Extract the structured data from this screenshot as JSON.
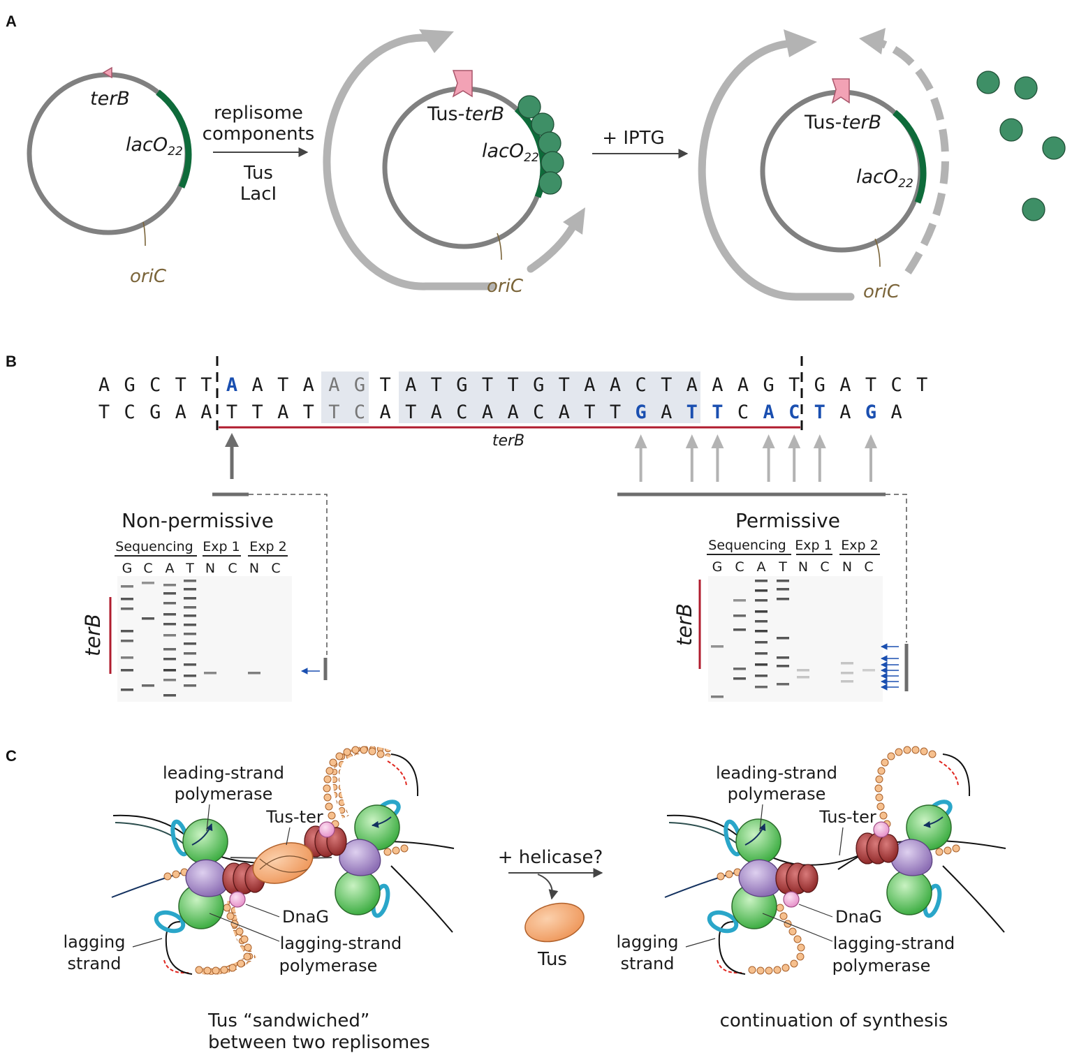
{
  "panels": {
    "a": "A",
    "b": "B",
    "c": "C"
  },
  "panel_a": {
    "plasmid1": {
      "terB": "terB",
      "lacO": "lacO",
      "lacO_sub": "22",
      "oriC": "oriC"
    },
    "step1": {
      "line1": "replisome",
      "line2": "components",
      "line3": "Tus",
      "line4": "LacI"
    },
    "plasmid2": {
      "tus_prefix": "Tus-",
      "terB": "terB",
      "lacO": "lacO",
      "lacO_sub": "22",
      "oriC": "oriC"
    },
    "step2": {
      "label": "+ IPTG"
    },
    "plasmid3": {
      "tus_prefix": "Tus-",
      "terB": "terB",
      "lacO": "lacO",
      "lacO_sub": "22",
      "oriC": "oriC"
    }
  },
  "panel_b": {
    "top_strand": [
      "A",
      "G",
      "C",
      "T",
      "T",
      "A",
      "A",
      "T",
      "A",
      "A",
      "G",
      "T",
      "A",
      "T",
      "G",
      "T",
      "T",
      "G",
      "T",
      "A",
      "A",
      "C",
      "T",
      "A",
      "A",
      "A",
      "G",
      "T",
      "G",
      "A",
      "T",
      "C",
      "T"
    ],
    "bottom_strand": [
      "T",
      "C",
      "G",
      "A",
      "A",
      "T",
      "T",
      "A",
      "T",
      "T",
      "C",
      "A",
      "T",
      "A",
      "C",
      "A",
      "A",
      "C",
      "A",
      "T",
      "T",
      "G",
      "A",
      "T",
      "T",
      "C",
      "A",
      "C",
      "T",
      "A",
      "G",
      "A"
    ],
    "terB_label": "terB",
    "gel_left": {
      "title": "Non-permissive",
      "group1": "Sequencing",
      "group2": "Exp 1",
      "group3": "Exp 2",
      "lanes": [
        "G",
        "C",
        "A",
        "T",
        "N",
        "C",
        "N",
        "C"
      ],
      "side_label": "terB"
    },
    "gel_right": {
      "title": "Permissive",
      "group1": "Sequencing",
      "group2": "Exp 1",
      "group3": "Exp 2",
      "lanes": [
        "G",
        "C",
        "A",
        "T",
        "N",
        "C",
        "N",
        "C"
      ],
      "side_label": "terB"
    }
  },
  "panel_c": {
    "left": {
      "leading1": "leading-strand",
      "leading2": "polymerase",
      "tuster": "Tus-ter",
      "dnag": "DnaG",
      "lagging1": "lagging",
      "lagging2": "strand",
      "lagpol1": "lagging-strand",
      "lagpol2": "polymerase",
      "caption1": "Tus “sandwiched”",
      "caption2": "between two replisomes"
    },
    "middle": {
      "helicase": "+ helicase?",
      "tus": "Tus"
    },
    "right": {
      "leading1": "leading-strand",
      "leading2": "polymerase",
      "tuster": "Tus-ter",
      "dnag": "DnaG",
      "lagging1": "lagging",
      "lagging2": "strand",
      "lagpol1": "lagging-strand",
      "lagpol2": "polymerase",
      "caption": "continuation of synthesis"
    }
  },
  "colors": {
    "plasmid": "#808080",
    "lacO": "#0e6b3a",
    "lacI": "#3e8f66",
    "tus": "#f2a2b5",
    "arrow": "#b3b3b3",
    "ori": "#7a6439",
    "terB_line": "#b01c2e",
    "blue": "#1a4fb0",
    "polymerase": "#5cc35c",
    "clamp": "#2aa6c9",
    "helicase": "#a78bc7",
    "dnab": "#9a2f2f",
    "primase": "#f0a8d6",
    "tus_protein": "#f2a66e",
    "ssb": "#f0a66e"
  }
}
